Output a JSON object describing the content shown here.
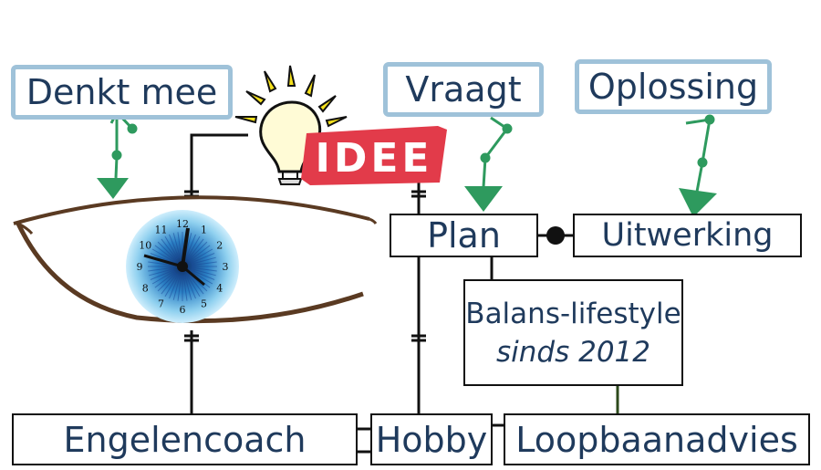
{
  "bubbles": {
    "denkt_mee": "Denkt mee",
    "vraagt": "Vraagt",
    "oplossing": "Oplossing"
  },
  "idea": {
    "label": "IDEE"
  },
  "clock": {
    "numbers": [
      "12",
      "1",
      "2",
      "3",
      "4",
      "5",
      "6",
      "7",
      "8",
      "9",
      "10",
      "11"
    ]
  },
  "nodes": {
    "plan": "Plan",
    "uitwerking": "Uitwerking",
    "balans_line1": "Balans-lifestyle",
    "balans_line2": "sinds 2012",
    "engelencoach": "Engelencoach",
    "hobby": "Hobby",
    "loopbaanadvies": "Loopbaanadvies"
  },
  "colors": {
    "bubble_border": "#9fc2d9",
    "text": "#1f3a5c",
    "arrow_green": "#2e9a5e",
    "idee_red": "#e23b4a",
    "eye_brown": "#5a3a22",
    "iris_blue": "#2a7fc4",
    "bulb_yellow": "#f5e11c"
  }
}
